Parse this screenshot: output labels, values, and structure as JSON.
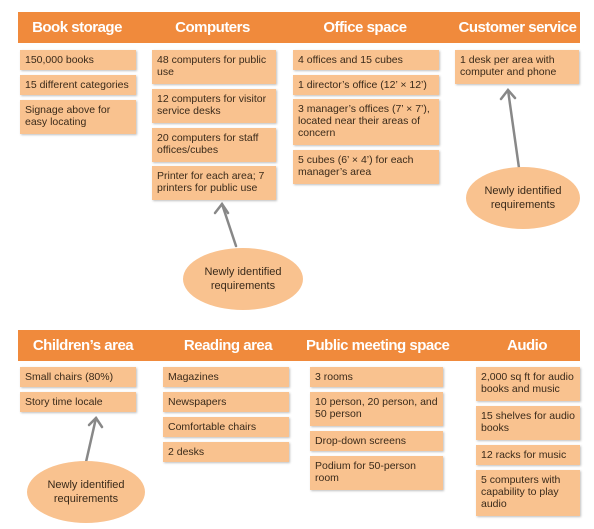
{
  "colors": {
    "header": "#f08a3c",
    "box": "#f9c28f",
    "arrow": "#888888"
  },
  "top": {
    "book_storage": {
      "title": "Book storage",
      "items": [
        "150,000 books",
        "15 different categories",
        "Signage above for easy locating"
      ]
    },
    "computers": {
      "title": "Computers",
      "items": [
        "48 computers for public use",
        "12 computers for visitor service desks",
        "20 computers for staff offices/cubes",
        "Printer for each area; 7 printers for public use"
      ]
    },
    "office_space": {
      "title": "Office space",
      "items": [
        "4 offices and 15 cubes",
        "1 director’s office (12’ × 12’)",
        "3 manager’s offices (7’ × 7’), located near their areas of concern",
        "5 cubes (6’ × 4’) for each manager’s area"
      ]
    },
    "customer_service": {
      "title": "Customer service",
      "items": [
        "1 desk per area with computer and phone"
      ]
    }
  },
  "bottom": {
    "childrens_area": {
      "title": "Children’s area",
      "items": [
        "Small chairs (80%)",
        "Story time locale"
      ]
    },
    "reading_area": {
      "title": "Reading area",
      "items": [
        "Magazines",
        "Newspapers",
        "Comfortable chairs",
        "2 desks"
      ]
    },
    "public_meeting": {
      "title": "Public meeting space",
      "items": [
        "3 rooms",
        "10 person, 20 person, and 50 person",
        "Drop-down screens",
        "Podium for 50-person room"
      ]
    },
    "audio": {
      "title": "Audio",
      "items": [
        "2,000 sq ft for audio books and music",
        "15 shelves for audio books",
        "12 racks for music",
        "5 computers with capability to play audio"
      ]
    }
  },
  "bubbles": {
    "computers_note": "Newly identified requirements",
    "customer_note": "Newly identified requirements",
    "children_note": "Newly identified requirements"
  }
}
